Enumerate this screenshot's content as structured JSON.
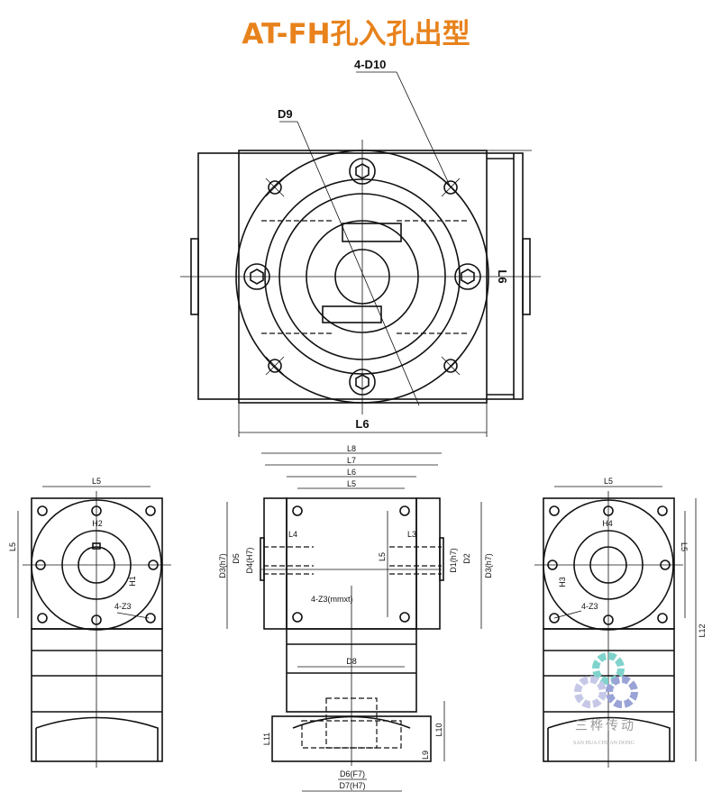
{
  "title": "AT-FH孔入孔出型",
  "top_view": {
    "labels": {
      "d10": "4-D10",
      "d9": "D9",
      "l9_vertical": "L6",
      "l6": "L6"
    }
  },
  "left_view": {
    "labels": {
      "l5_top": "L5",
      "l5_side": "L5",
      "h2": "H2",
      "h1": "H1",
      "z3": "4-Z3"
    }
  },
  "front_view": {
    "labels": {
      "l8": "L8",
      "l7": "L7",
      "l6": "L6",
      "l5": "L5",
      "l4": "L4",
      "l3": "L3",
      "l5_mid": "L5",
      "d3_left": "D3(h7)",
      "d5": "D5",
      "d4": "D4(H7)",
      "d1": "D1(h7)",
      "d2": "D2",
      "d3_right": "D3(h7)",
      "z3_tap": "4-Z3(mmxt)",
      "d8": "D8",
      "l11": "L11",
      "l10": "L10",
      "l9": "L9",
      "d6": "D6(F7)",
      "d7": "D7(H7)"
    }
  },
  "right_view": {
    "labels": {
      "l5_top": "L5",
      "l5_side": "L5",
      "h4": "H4",
      "h3": "H3",
      "z3": "4-Z3",
      "l12": "L12"
    }
  },
  "watermark": {
    "cn": "三桦传动",
    "en": "SAN HUA CHUAN DONG",
    "colors": {
      "teal": "#7fd3cc",
      "blue": "#9aa3d6",
      "lavender": "#c5c8e6"
    }
  }
}
